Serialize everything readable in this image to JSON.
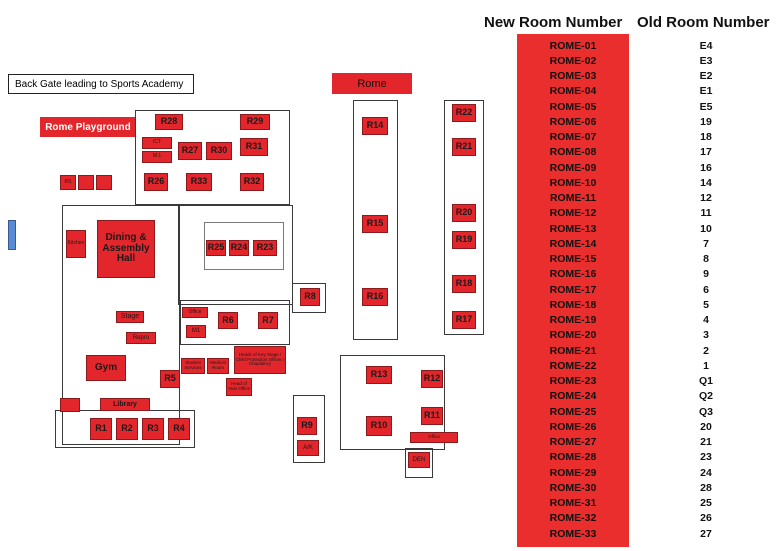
{
  "headers": {
    "new": "New Room Number",
    "old": "Old Room Number"
  },
  "table": [
    {
      "new": "ROME-01",
      "old": "E4"
    },
    {
      "new": "ROME-02",
      "old": "E3"
    },
    {
      "new": "ROME-03",
      "old": "E2"
    },
    {
      "new": "ROME-04",
      "old": "E1"
    },
    {
      "new": "ROME-05",
      "old": "E5"
    },
    {
      "new": "ROME-06",
      "old": "19"
    },
    {
      "new": "ROME-07",
      "old": "18"
    },
    {
      "new": "ROME-08",
      "old": "17"
    },
    {
      "new": "ROME-09",
      "old": "16"
    },
    {
      "new": "ROME-10",
      "old": "14"
    },
    {
      "new": "ROME-11",
      "old": "12"
    },
    {
      "new": "ROME-12",
      "old": "11"
    },
    {
      "new": "ROME-13",
      "old": "10"
    },
    {
      "new": "ROME-14",
      "old": "7"
    },
    {
      "new": "ROME-15",
      "old": "8"
    },
    {
      "new": "ROME-16",
      "old": "9"
    },
    {
      "new": "ROME-17",
      "old": "6"
    },
    {
      "new": "ROME-18",
      "old": "5"
    },
    {
      "new": "ROME-19",
      "old": "4"
    },
    {
      "new": "ROME-20",
      "old": "3"
    },
    {
      "new": "ROME-21",
      "old": "2"
    },
    {
      "new": "ROME-22",
      "old": "1"
    },
    {
      "new": "ROME-23",
      "old": "Q1"
    },
    {
      "new": "ROME-24",
      "old": "Q2"
    },
    {
      "new": "ROME-25",
      "old": "Q3"
    },
    {
      "new": "ROME-26",
      "old": "20"
    },
    {
      "new": "ROME-27",
      "old": "21"
    },
    {
      "new": "ROME-28",
      "old": "23"
    },
    {
      "new": "ROME-29",
      "old": "24"
    },
    {
      "new": "ROME-30",
      "old": "28"
    },
    {
      "new": "ROME-31",
      "old": "25"
    },
    {
      "new": "ROME-32",
      "old": "26"
    },
    {
      "new": "ROME-33",
      "old": "27"
    }
  ],
  "map": {
    "back_gate": "Back Gate leading to Sports Academy",
    "rome_label": "Rome",
    "playground": "Rome Playground",
    "dining": "Dining & Assembly Hall",
    "gym": "Gym",
    "library": "Library",
    "stage": "Stage",
    "den": "DEN",
    "rooms": {
      "R1": "R1",
      "R2": "R2",
      "R3": "R3",
      "R4": "R4",
      "R5": "R5",
      "R6": "R6",
      "R7": "R7",
      "R8": "R8",
      "R9": "R9",
      "R10": "R10",
      "R11": "R11",
      "R12": "R12",
      "R13": "R13",
      "R14": "R14",
      "R15": "R15",
      "R16": "R16",
      "R17": "R17",
      "R18": "R18",
      "R19": "R19",
      "R20": "R20",
      "R21": "R21",
      "R22": "R22",
      "R23": "R23",
      "R24": "R24",
      "R25": "R25",
      "R26": "R26",
      "R27": "R27",
      "R28": "R28",
      "R29": "R29",
      "R30": "R30",
      "R31": "R31",
      "R32": "R32",
      "R33": "R33"
    },
    "small": {
      "kitchen": "Kitchen",
      "office": "Office",
      "m1": "M1",
      "m1_office": "Office",
      "reprographics": "Repro",
      "a_k": "A/K",
      "head_of_key_stage": "Heads of Key Stage / Child Protection Officer / Chaplaincy",
      "student_services": "Student Services",
      "medical": "Medical Room",
      "head_office": "Head of Year Office",
      "ict": "ICT",
      "ict2": "M 1",
      "ict3": "RS"
    }
  }
}
